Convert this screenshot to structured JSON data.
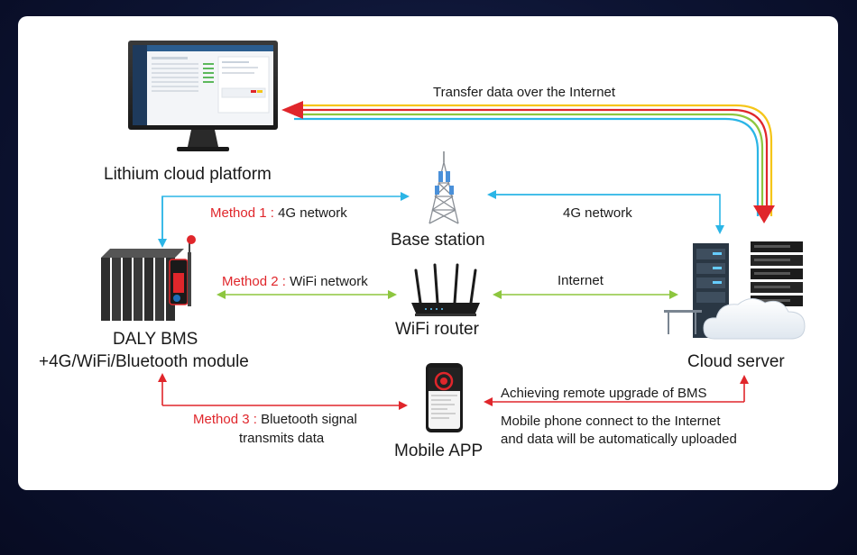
{
  "nodes": {
    "cloud_platform": "Lithium cloud platform",
    "base_station": "Base station",
    "wifi_router": "WiFi router",
    "mobile_app": "Mobile APP",
    "bms_line1": "DALY BMS",
    "bms_line2": "+4G/WiFi/Bluetooth module",
    "cloud_server": "Cloud server"
  },
  "links": {
    "transfer": "Transfer data over the Internet",
    "method1_prefix": "Method 1 :",
    "method1_text": "4G network",
    "server_4g": "4G network",
    "method2_prefix": "Method 2 :",
    "method2_text": "WiFi network",
    "internet": "Internet",
    "method3_prefix": "Method 3 :",
    "method3_text1": "Bluetooth signal",
    "method3_text2": "transmits data",
    "upgrade": "Achieving remote upgrade of BMS",
    "mobile_line1": "Mobile phone connect to the Internet",
    "mobile_line2": "and data will be automatically uploaded"
  },
  "colors": {
    "red": "#e0262b",
    "cyan": "#2bb5e6",
    "green": "#8dc63f",
    "yellow": "#f5c518"
  }
}
